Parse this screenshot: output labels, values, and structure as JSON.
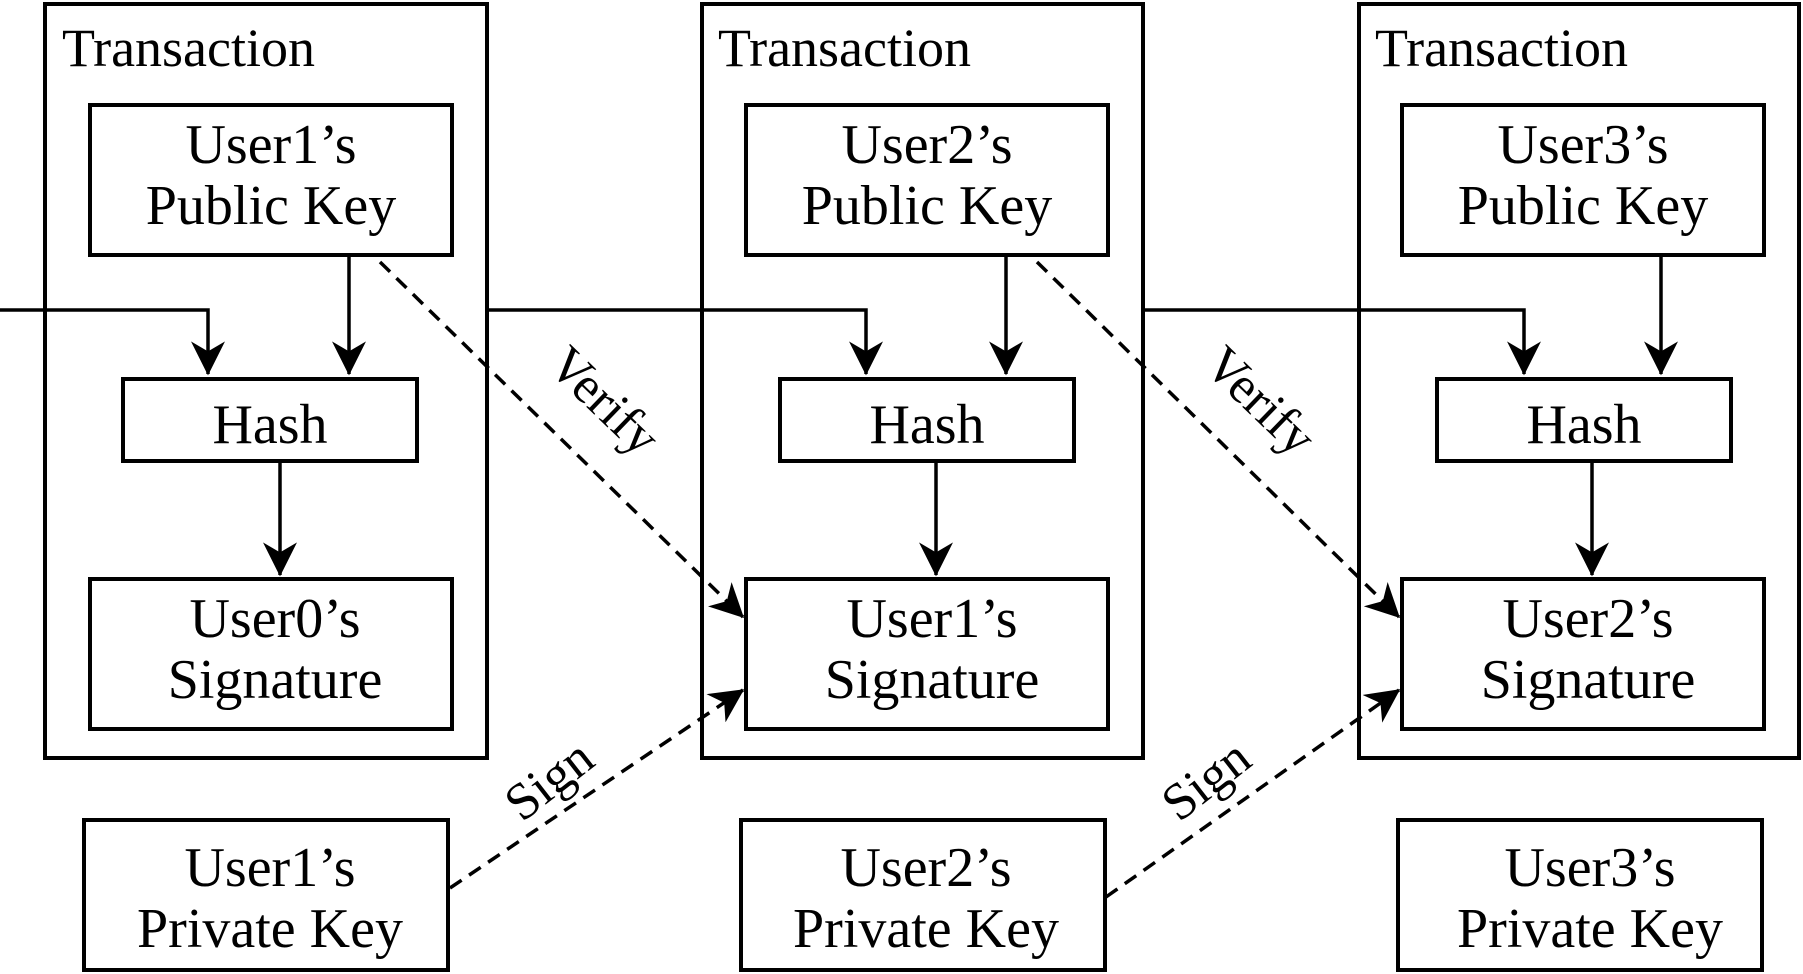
{
  "transactions": [
    {
      "title": "Transaction",
      "public_key": [
        "User1’s",
        "Public Key"
      ],
      "hash": "Hash",
      "signature": [
        "User0’s",
        "Signature"
      ],
      "private_key": [
        "User1’s",
        "Private Key"
      ]
    },
    {
      "title": "Transaction",
      "public_key": [
        "User2’s",
        "Public Key"
      ],
      "hash": "Hash",
      "signature": [
        "User1’s",
        "Signature"
      ],
      "private_key": [
        "User2’s",
        "Private Key"
      ]
    },
    {
      "title": "Transaction",
      "public_key": [
        "User3’s",
        "Public Key"
      ],
      "hash": "Hash",
      "signature": [
        "User2’s",
        "Signature"
      ],
      "private_key": [
        "User3’s",
        "Private Key"
      ]
    }
  ],
  "edge_labels": [
    {
      "verify": "Verify",
      "sign": "Sign"
    },
    {
      "verify": "Verify",
      "sign": "Sign"
    }
  ],
  "colors": {
    "stroke": "#000000",
    "background": "#ffffff"
  }
}
